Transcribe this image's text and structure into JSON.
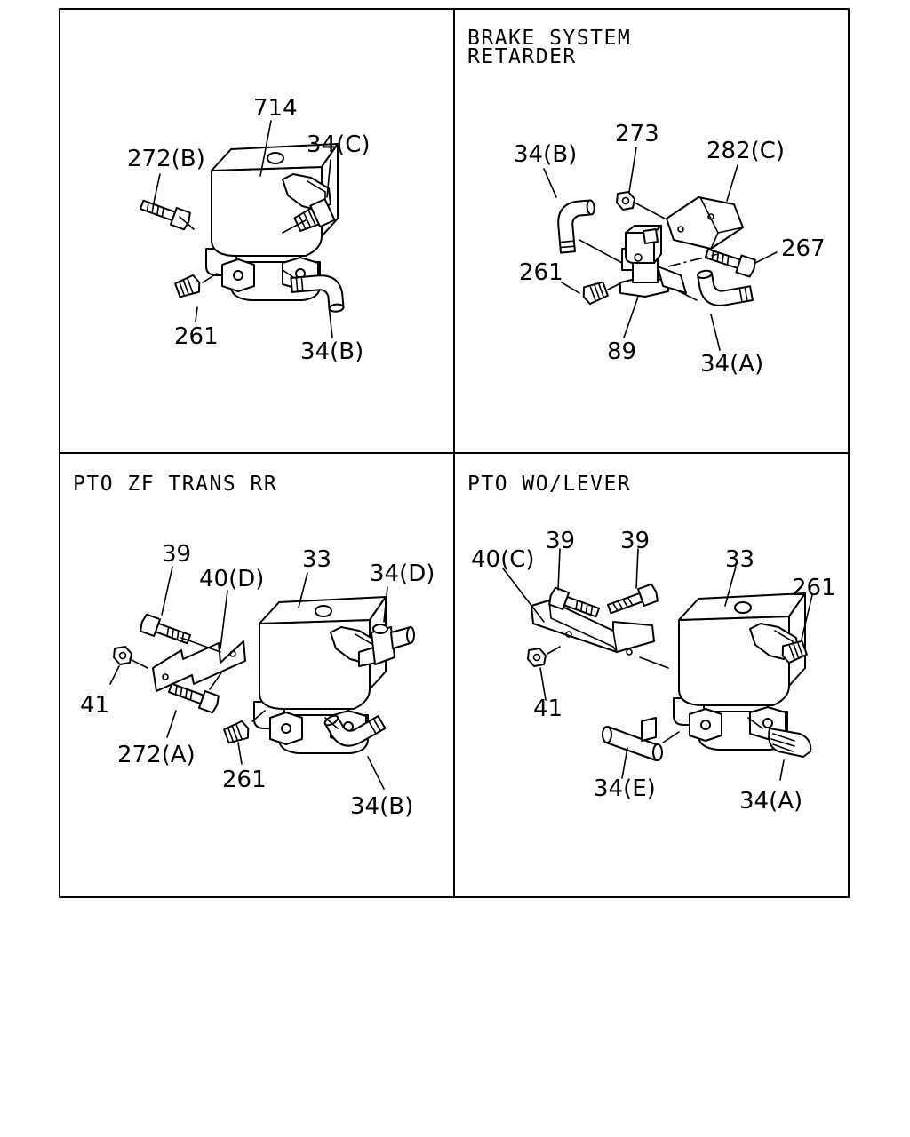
{
  "panels": [
    {
      "title_lines": [],
      "labels": [
        "714",
        "272(B)",
        "34(C)",
        "261",
        "34(B)"
      ]
    },
    {
      "title_lines": [
        "BRAKE SYSTEM",
        "RETARDER"
      ],
      "labels": [
        "273",
        "34(B)",
        "282(C)",
        "267",
        "261",
        "89",
        "34(A)"
      ]
    },
    {
      "title_lines": [
        "PTO ZF TRANS RR"
      ],
      "labels": [
        "39",
        "33",
        "40(D)",
        "34(D)",
        "41",
        "272(A)",
        "261",
        "34(B)"
      ]
    },
    {
      "title_lines": [
        "PTO WO/LEVER"
      ],
      "labels": [
        "40(C)",
        "39",
        "39",
        "33",
        "261",
        "41",
        "34(E)",
        "34(A)"
      ]
    }
  ]
}
